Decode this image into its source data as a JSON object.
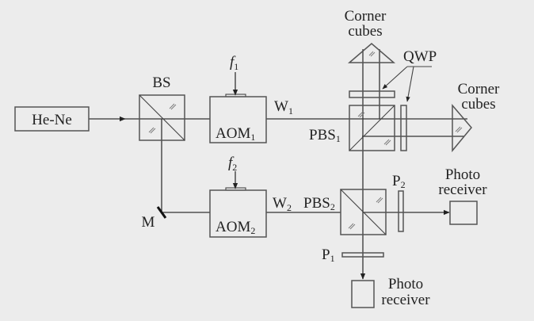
{
  "diagram": {
    "type": "heterodyne laser interferometer optical layout",
    "background_color": "#ececec",
    "line_color": "#333333",
    "components": {
      "laser": {
        "label": "He-Ne"
      },
      "beam_splitter": {
        "label": "BS"
      },
      "mirror": {
        "label": "M"
      },
      "aom1": {
        "label": "AOM",
        "sub": "1"
      },
      "aom2": {
        "label": "AOM",
        "sub": "2"
      },
      "freq1": {
        "label": "f",
        "sub": "1"
      },
      "freq2": {
        "label": "f",
        "sub": "2"
      },
      "beam1": {
        "label": "W",
        "sub": "1"
      },
      "beam2": {
        "label": "W",
        "sub": "2"
      },
      "pbs1": {
        "label": "PBS",
        "sub": "1"
      },
      "pbs2": {
        "label": "PBS",
        "sub": "2"
      },
      "qwp": {
        "label": "QWP"
      },
      "corner_cube_top": {
        "line1": "Corner",
        "line2": "cubes"
      },
      "corner_cube_right": {
        "line1": "Corner",
        "line2": "cubes"
      },
      "polarizer1": {
        "label": "P",
        "sub": "1"
      },
      "polarizer2": {
        "label": "P",
        "sub": "2"
      },
      "receiver_right": {
        "line1": "Photo",
        "line2": "receiver"
      },
      "receiver_bottom": {
        "line1": "Photo",
        "line2": "receiver"
      }
    }
  }
}
